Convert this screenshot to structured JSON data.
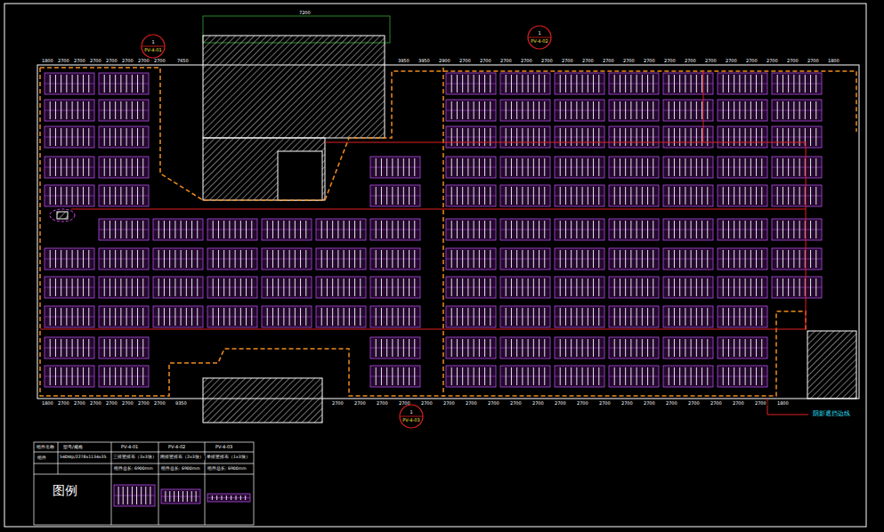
{
  "diagram": {
    "nodes": [
      {
        "text": [
          "1",
          "PV-4-01"
        ]
      },
      {
        "text": [
          "1",
          "PV-4-02"
        ]
      },
      {
        "text": [
          "1",
          "PV-4-03"
        ]
      }
    ],
    "labels": [
      "7200",
      "阴影遮挡边线",
      "图例",
      "组件名称",
      "型号/规格",
      "PV-4-01",
      "PV-4-02",
      "PV-4-03",
      "组件",
      "540Wp/2278x1134x35",
      "三排竖排布（3x3块）",
      "两排竖排布（2x3块）",
      "单排竖排布（1x3块）",
      "组件总长: 6900mm",
      "组件总长: 6900mm",
      "组件总长: 6900mm",
      "1800",
      "2700",
      "2700",
      "2700",
      "2700",
      "2700",
      "2700",
      "2700",
      "7650",
      "3950",
      "3950",
      "2900",
      "2700",
      "2700",
      "2700",
      "2700",
      "2700",
      "2700",
      "2700",
      "2700",
      "2700",
      "2700",
      "2700",
      "2700",
      "2700",
      "2700",
      "2700",
      "2700",
      "2700",
      "2700",
      "1800",
      "1800",
      "2700",
      "2700",
      "2700",
      "2700",
      "2700",
      "2700",
      "2700",
      "9350",
      "2700",
      "2700",
      "2700",
      "2700",
      "2700",
      "2700",
      "2700",
      "2700",
      "2700",
      "2700",
      "2700",
      "2700",
      "2700",
      "2700",
      "2700",
      "2700",
      "2700",
      "2700",
      "2700",
      "2700",
      "1800"
    ]
  }
}
